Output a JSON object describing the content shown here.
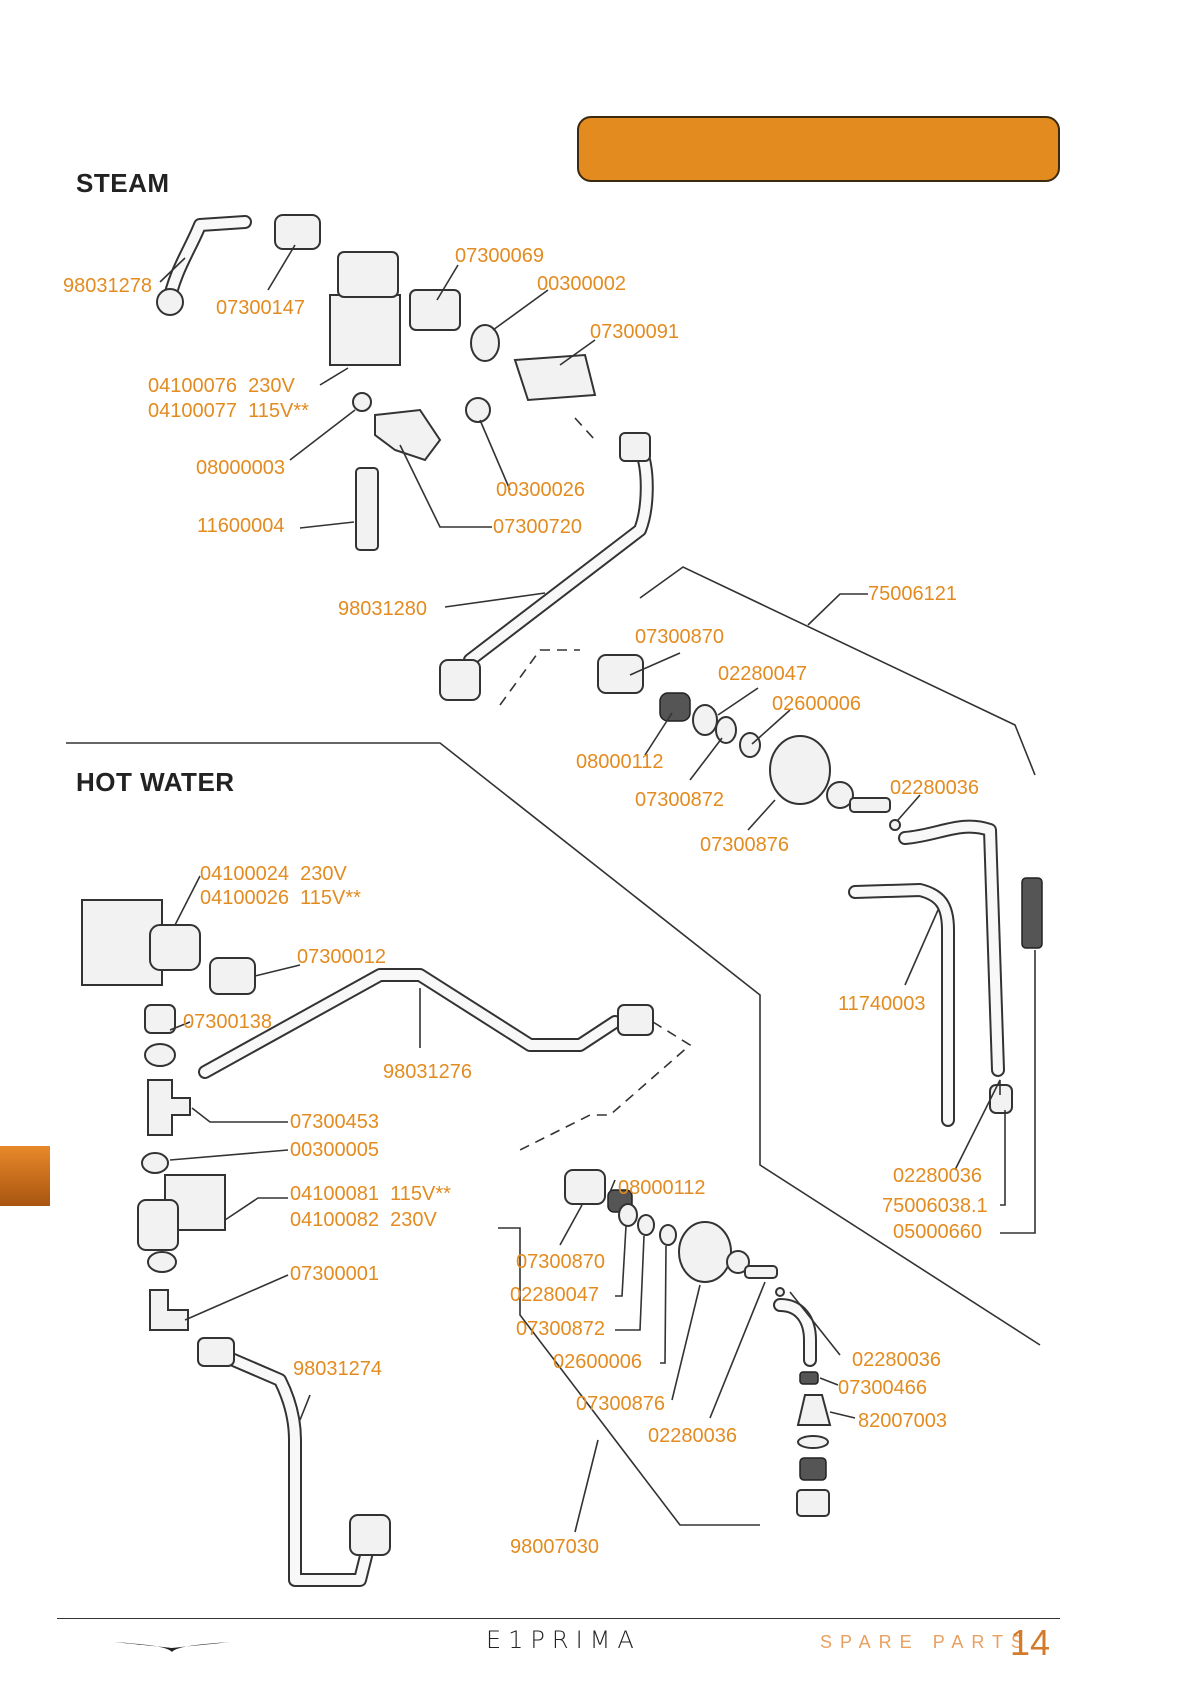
{
  "sections": {
    "steam": "STEAM",
    "hot_water": "HOT WATER"
  },
  "labels": [
    "98031278",
    "07300147",
    "07300069",
    "00300002",
    "07300091",
    "04100076  230V",
    "04100077  115V**",
    "08000003",
    "00300026",
    "07300720",
    "11600004",
    "98031280",
    "75006121",
    "07300870",
    "02280047",
    "02600006",
    "08000112",
    "07300872",
    "02280036",
    "07300876",
    "04100024  230V",
    "04100026  115V**",
    "07300012",
    "07300138",
    "98031276",
    "11740003",
    "07300453",
    "00300005",
    "04100081  115V**",
    "04100082  230V",
    "08000112",
    "02280036",
    "75006038.1",
    "05000660",
    "07300001",
    "07300870",
    "02280047",
    "07300872",
    "02600006",
    "98031274",
    "02280036",
    "07300466",
    "82007003",
    "07300876",
    "02280036",
    "98007030"
  ],
  "footer": {
    "brand": "E1PRIMA",
    "section": "SPARE PARTS",
    "page": "14"
  },
  "colors": {
    "accent": "#e38b1f",
    "label": "#e38b1f",
    "line": "#333333"
  }
}
